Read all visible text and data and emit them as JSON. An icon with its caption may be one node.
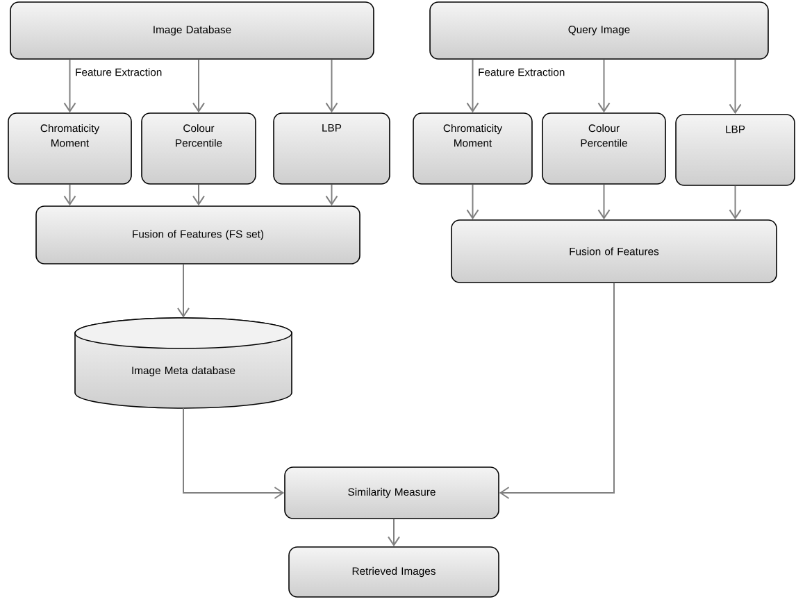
{
  "diagram": {
    "nodes": [
      {
        "text": [
          "Image Database"
        ]
      },
      {
        "text": [
          "Query Image"
        ]
      },
      {
        "text": [
          "Chromaticity Moment"
        ]
      },
      {
        "text": [
          "Colour Percentile"
        ]
      },
      {
        "text": [
          "LBP"
        ]
      },
      {
        "text": [
          "Chromaticity Moment"
        ]
      },
      {
        "text": [
          "Colour Percentile"
        ]
      },
      {
        "text": [
          "LBP"
        ]
      },
      {
        "text": [
          "Fusion of Features (FS set)"
        ]
      },
      {
        "text": [
          "Fusion of Features"
        ]
      },
      {
        "text": [
          "Image Meta database"
        ]
      },
      {
        "text": [
          "Similarity Measure"
        ]
      },
      {
        "text": [
          "Retrieved Images"
        ]
      }
    ],
    "edges": [
      {
        "from": 0,
        "to": 2,
        "arrow": "to",
        "label": "Feature Extraction"
      },
      {
        "from": 0,
        "to": 3,
        "arrow": "to"
      },
      {
        "from": 0,
        "to": 4,
        "arrow": "to"
      },
      {
        "from": 1,
        "to": 5,
        "arrow": "to",
        "label": "Feature Extraction"
      },
      {
        "from": 1,
        "to": 6,
        "arrow": "to"
      },
      {
        "from": 1,
        "to": 7,
        "arrow": "to"
      },
      {
        "from": 2,
        "to": 8,
        "arrow": "to"
      },
      {
        "from": 3,
        "to": 8,
        "arrow": "to"
      },
      {
        "from": 4,
        "to": 8,
        "arrow": "to"
      },
      {
        "from": 5,
        "to": 9,
        "arrow": "to"
      },
      {
        "from": 6,
        "to": 9,
        "arrow": "to"
      },
      {
        "from": 7,
        "to": 9,
        "arrow": "to"
      },
      {
        "from": 8,
        "to": 10,
        "arrow": "to"
      },
      {
        "from": 10,
        "to": 11,
        "arrow": "to"
      },
      {
        "from": 9,
        "to": 11,
        "arrow": "to"
      },
      {
        "from": 11,
        "to": 12,
        "arrow": "to"
      }
    ]
  }
}
